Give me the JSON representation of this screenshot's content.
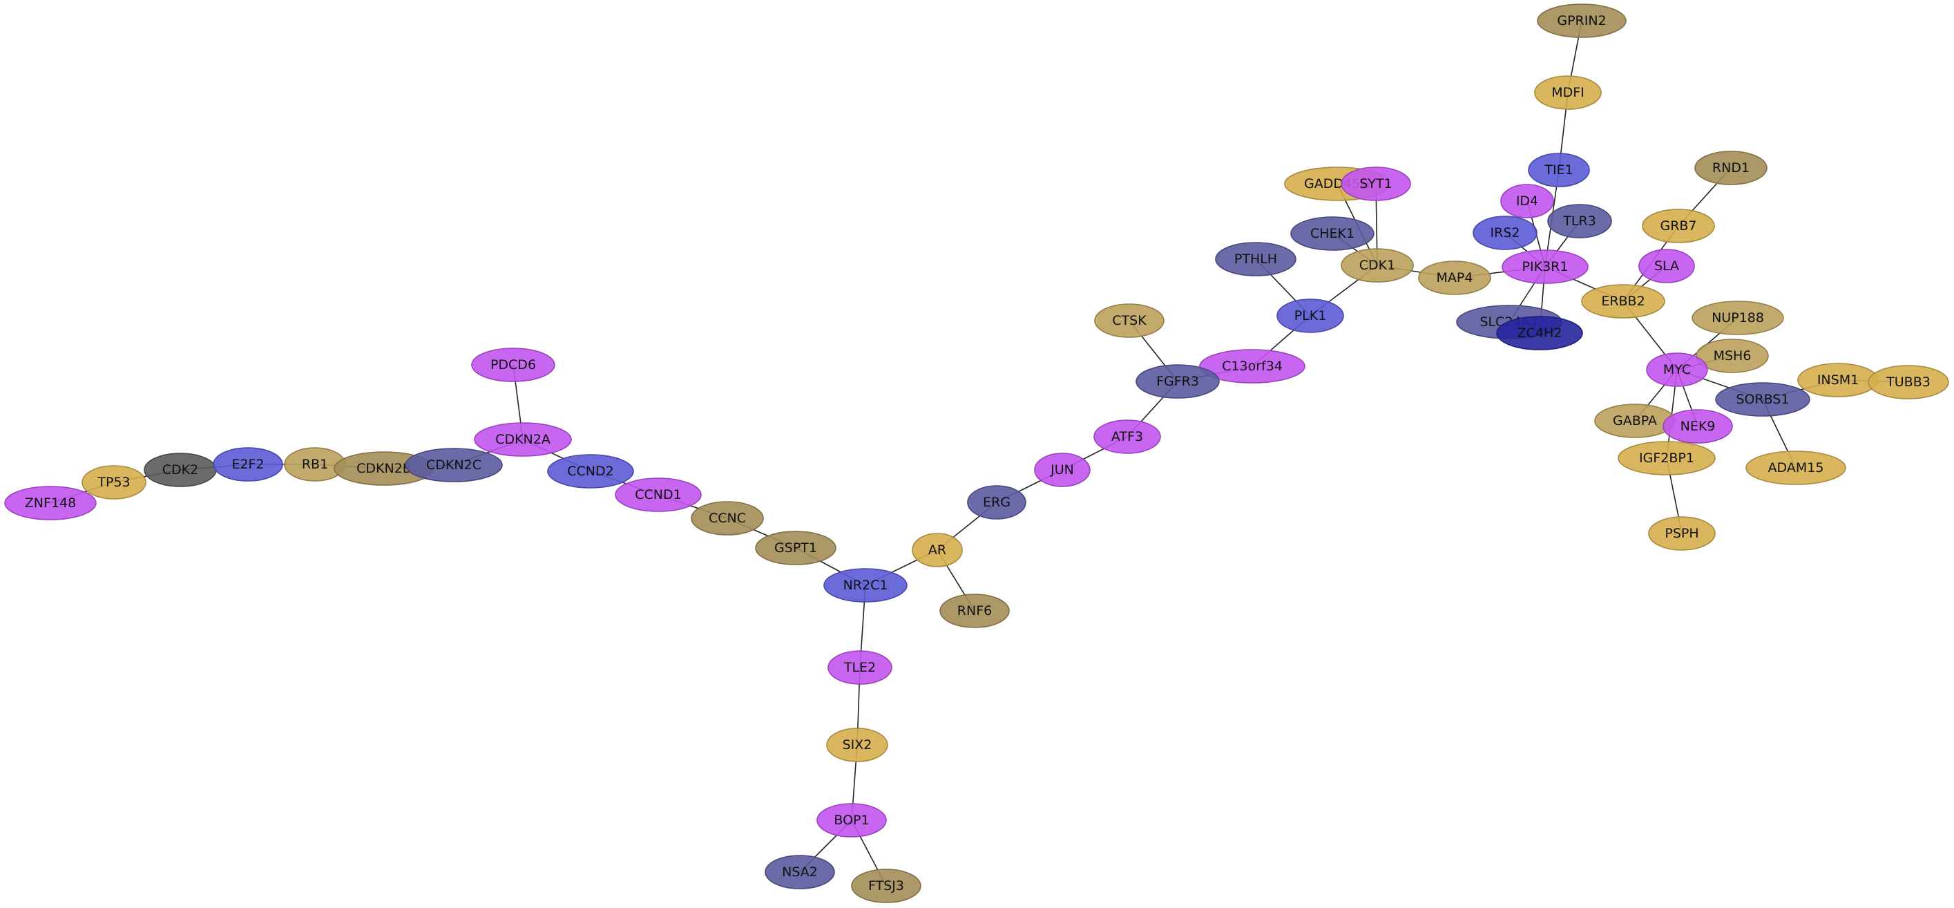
{
  "palette": {
    "magenta": "#c355f0",
    "blue": "#5b5bd6",
    "slate": "#5b5ba0",
    "gold": "#d6ae4e",
    "olive": "#a48e58",
    "tan": "#bba15c",
    "dark_gray": "#5b5b5b",
    "navy": "#26269e"
  },
  "nodes": [
    {
      "id": "GPRIN2",
      "label": "GPRIN2",
      "color": "olive"
    },
    {
      "id": "MDFI",
      "label": "MDFI",
      "color": "gold"
    },
    {
      "id": "TIE1",
      "label": "TIE1",
      "color": "blue"
    },
    {
      "id": "RND1",
      "label": "RND1",
      "color": "olive"
    },
    {
      "id": "GADD45G",
      "label": "GADD45G",
      "color": "gold"
    },
    {
      "id": "SYT1",
      "label": "SYT1",
      "color": "magenta"
    },
    {
      "id": "ID4",
      "label": "ID4",
      "color": "magenta"
    },
    {
      "id": "TLR3",
      "label": "TLR3",
      "color": "slate"
    },
    {
      "id": "GRB7",
      "label": "GRB7",
      "color": "gold"
    },
    {
      "id": "CHEK1",
      "label": "CHEK1",
      "color": "slate"
    },
    {
      "id": "IRS2",
      "label": "IRS2",
      "color": "blue"
    },
    {
      "id": "PTHLH",
      "label": "PTHLH",
      "color": "slate"
    },
    {
      "id": "CDK1",
      "label": "CDK1",
      "color": "tan"
    },
    {
      "id": "PIK3R1",
      "label": "PIK3R1",
      "color": "magenta"
    },
    {
      "id": "SLA",
      "label": "SLA",
      "color": "magenta"
    },
    {
      "id": "MAP4",
      "label": "MAP4",
      "color": "tan"
    },
    {
      "id": "ERBB2",
      "label": "ERBB2",
      "color": "gold"
    },
    {
      "id": "PLK1",
      "label": "PLK1",
      "color": "blue"
    },
    {
      "id": "CTSK",
      "label": "CTSK",
      "color": "tan"
    },
    {
      "id": "SLC24A1",
      "label": "SLC24A1",
      "color": "slate"
    },
    {
      "id": "ZC4H2",
      "label": "ZC4H2",
      "color": "navy"
    },
    {
      "id": "NUP188",
      "label": "NUP188",
      "color": "tan"
    },
    {
      "id": "MSH6",
      "label": "MSH6",
      "color": "tan"
    },
    {
      "id": "C13orf34",
      "label": "C13orf34",
      "color": "magenta"
    },
    {
      "id": "MYC",
      "label": "MYC",
      "color": "magenta"
    },
    {
      "id": "PDCD6",
      "label": "PDCD6",
      "color": "magenta"
    },
    {
      "id": "FGFR3",
      "label": "FGFR3",
      "color": "slate"
    },
    {
      "id": "INSM1",
      "label": "INSM1",
      "color": "gold"
    },
    {
      "id": "TUBB3",
      "label": "TUBB3",
      "color": "gold"
    },
    {
      "id": "SORBS1",
      "label": "SORBS1",
      "color": "slate"
    },
    {
      "id": "GABPA",
      "label": "GABPA",
      "color": "tan"
    },
    {
      "id": "NEK9",
      "label": "NEK9",
      "color": "magenta"
    },
    {
      "id": "CDKN2A",
      "label": "CDKN2A",
      "color": "magenta"
    },
    {
      "id": "ATF3",
      "label": "ATF3",
      "color": "magenta"
    },
    {
      "id": "IGF2BP1",
      "label": "IGF2BP1",
      "color": "gold"
    },
    {
      "id": "ADAM15",
      "label": "ADAM15",
      "color": "gold"
    },
    {
      "id": "CDK2",
      "label": "CDK2",
      "color": "dark_gray"
    },
    {
      "id": "E2F2",
      "label": "E2F2",
      "color": "blue"
    },
    {
      "id": "RB1",
      "label": "RB1",
      "color": "tan"
    },
    {
      "id": "CDKN2B",
      "label": "CDKN2B",
      "color": "olive"
    },
    {
      "id": "CDKN2C",
      "label": "CDKN2C",
      "color": "slate"
    },
    {
      "id": "JUN",
      "label": "JUN",
      "color": "magenta"
    },
    {
      "id": "CCND2",
      "label": "CCND2",
      "color": "blue"
    },
    {
      "id": "TP53",
      "label": "TP53",
      "color": "gold"
    },
    {
      "id": "ZNF148",
      "label": "ZNF148",
      "color": "magenta"
    },
    {
      "id": "CCND1",
      "label": "CCND1",
      "color": "magenta"
    },
    {
      "id": "ERG",
      "label": "ERG",
      "color": "slate"
    },
    {
      "id": "CCNC",
      "label": "CCNC",
      "color": "olive"
    },
    {
      "id": "PSPH",
      "label": "PSPH",
      "color": "gold"
    },
    {
      "id": "AR",
      "label": "AR",
      "color": "gold"
    },
    {
      "id": "GSPT1",
      "label": "GSPT1",
      "color": "olive"
    },
    {
      "id": "NR2C1",
      "label": "NR2C1",
      "color": "blue"
    },
    {
      "id": "RNF6",
      "label": "RNF6",
      "color": "olive"
    },
    {
      "id": "TLE2",
      "label": "TLE2",
      "color": "magenta"
    },
    {
      "id": "SIX2",
      "label": "SIX2",
      "color": "gold"
    },
    {
      "id": "BOP1",
      "label": "BOP1",
      "color": "magenta"
    },
    {
      "id": "NSA2",
      "label": "NSA2",
      "color": "slate"
    },
    {
      "id": "FTSJ3",
      "label": "FTSJ3",
      "color": "olive"
    }
  ],
  "edges": [
    [
      "GPRIN2",
      "MDFI"
    ],
    [
      "MDFI",
      "TIE1"
    ],
    [
      "TIE1",
      "PIK3R1"
    ],
    [
      "ID4",
      "PIK3R1"
    ],
    [
      "TLR3",
      "PIK3R1"
    ],
    [
      "IRS2",
      "PIK3R1"
    ],
    [
      "MAP4",
      "PIK3R1"
    ],
    [
      "PIK3R1",
      "SLC24A1"
    ],
    [
      "PIK3R1",
      "ZC4H2"
    ],
    [
      "PIK3R1",
      "ERBB2"
    ],
    [
      "RND1",
      "GRB7"
    ],
    [
      "GRB7",
      "ERBB2"
    ],
    [
      "SLA",
      "ERBB2"
    ],
    [
      "ERBB2",
      "MYC"
    ],
    [
      "GADD45G",
      "CDK1"
    ],
    [
      "SYT1",
      "CDK1"
    ],
    [
      "CHEK1",
      "CDK1"
    ],
    [
      "CDK1",
      "MAP4"
    ],
    [
      "CDK1",
      "PLK1"
    ],
    [
      "PTHLH",
      "PLK1"
    ],
    [
      "PLK1",
      "C13orf34"
    ],
    [
      "C13orf34",
      "FGFR3"
    ],
    [
      "CTSK",
      "FGFR3"
    ],
    [
      "FGFR3",
      "ATF3"
    ],
    [
      "ATF3",
      "JUN"
    ],
    [
      "JUN",
      "ERG"
    ],
    [
      "ERG",
      "AR"
    ],
    [
      "AR",
      "RNF6"
    ],
    [
      "AR",
      "NR2C1"
    ],
    [
      "NR2C1",
      "GSPT1"
    ],
    [
      "NR2C1",
      "TLE2"
    ],
    [
      "TLE2",
      "SIX2"
    ],
    [
      "SIX2",
      "BOP1"
    ],
    [
      "BOP1",
      "NSA2"
    ],
    [
      "BOP1",
      "FTSJ3"
    ],
    [
      "GSPT1",
      "CCNC"
    ],
    [
      "CCNC",
      "CCND1"
    ],
    [
      "CCND1",
      "CCND2"
    ],
    [
      "CCND2",
      "CDKN2A"
    ],
    [
      "PDCD6",
      "CDKN2A"
    ],
    [
      "CDKN2A",
      "CDKN2C"
    ],
    [
      "CDKN2C",
      "CDKN2B"
    ],
    [
      "CDKN2B",
      "RB1"
    ],
    [
      "RB1",
      "E2F2"
    ],
    [
      "E2F2",
      "CDK2"
    ],
    [
      "CDK2",
      "TP53"
    ],
    [
      "TP53",
      "ZNF148"
    ],
    [
      "NUP188",
      "MYC"
    ],
    [
      "MSH6",
      "MYC"
    ],
    [
      "MYC",
      "SORBS1"
    ],
    [
      "MYC",
      "GABPA"
    ],
    [
      "MYC",
      "NEK9"
    ],
    [
      "MYC",
      "IGF2BP1"
    ],
    [
      "IGF2BP1",
      "PSPH"
    ],
    [
      "SORBS1",
      "ADAM15"
    ],
    [
      "SORBS1",
      "INSM1"
    ],
    [
      "INSM1",
      "TUBB3"
    ]
  ]
}
